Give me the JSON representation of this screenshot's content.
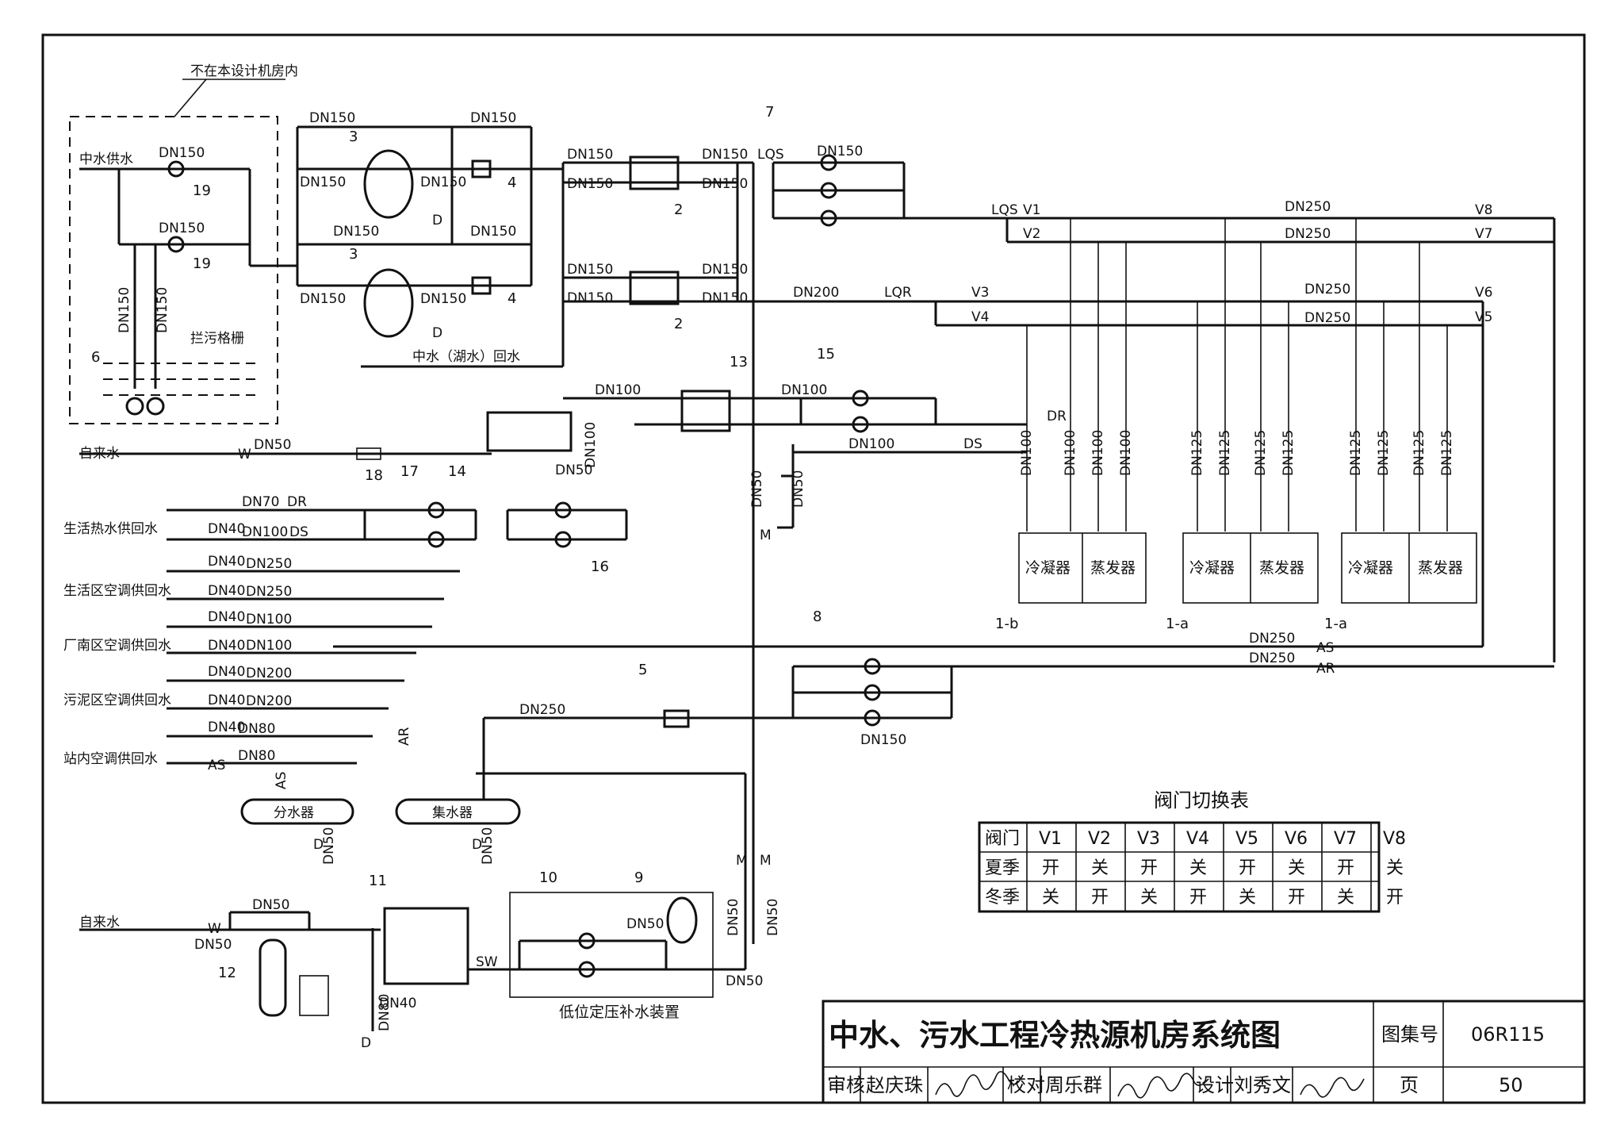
{
  "drawing": {
    "outside_note": "不在本设计机房内",
    "pipe_labels": {
      "reclaimed_supply": "中水供水",
      "reclaimed_return": "中水（湖水）回水",
      "screen": "拦污格栅",
      "tap_water": "自来水",
      "dhw_return": "生活热水供回水",
      "living_ac": "生活区空调供回水",
      "factory_ac": "厂南区空调供回水",
      "sludge_ac": "污泥区空调供回水",
      "station_ac": "站内空调供回水",
      "distributor": "分水器",
      "collector": "集水器",
      "makeup_device": "低位定压补水装置",
      "condenser": "冷凝器",
      "evaporator": "蒸发器"
    },
    "codes": {
      "LQS": "LQS",
      "LQR": "LQR",
      "DR": "DR",
      "DS": "DS",
      "AS": "AS",
      "AR": "AR",
      "W": "W",
      "SW": "SW",
      "M": "M",
      "D": "D"
    },
    "sizes": {
      "DN40": "DN40",
      "DN50": "DN50",
      "DN70": "DN70",
      "DN80": "DN80",
      "DN100": "DN100",
      "DN125": "DN125",
      "DN150": "DN150",
      "DN200": "DN200",
      "DN250": "DN250"
    },
    "valves": [
      "V1",
      "V2",
      "V3",
      "V4",
      "V5",
      "V6",
      "V7",
      "V8"
    ],
    "numbers": [
      "1-a",
      "1-b",
      "2",
      "3",
      "4",
      "5",
      "6",
      "7",
      "8",
      "9",
      "10",
      "11",
      "12",
      "13",
      "14",
      "15",
      "16",
      "17",
      "18",
      "19"
    ]
  },
  "valve_table": {
    "title": "阀门切换表",
    "header": [
      "阀门",
      "V1",
      "V2",
      "V3",
      "V4",
      "V5",
      "V6",
      "V7",
      "V8"
    ],
    "rows": [
      [
        "夏季",
        "开",
        "关",
        "开",
        "关",
        "开",
        "关",
        "开",
        "关"
      ],
      [
        "冬季",
        "关",
        "开",
        "关",
        "开",
        "关",
        "开",
        "关",
        "开"
      ]
    ]
  },
  "title_block": {
    "title": "中水、污水工程冷热源机房系统图",
    "atlas_label": "图集号",
    "atlas_value": "06R115",
    "review_label": "审核",
    "reviewer": "赵庆珠",
    "check_label": "校对",
    "checker": "周乐群",
    "design_label": "设计",
    "designer": "刘秀文",
    "page_label": "页",
    "page_value": "50"
  }
}
